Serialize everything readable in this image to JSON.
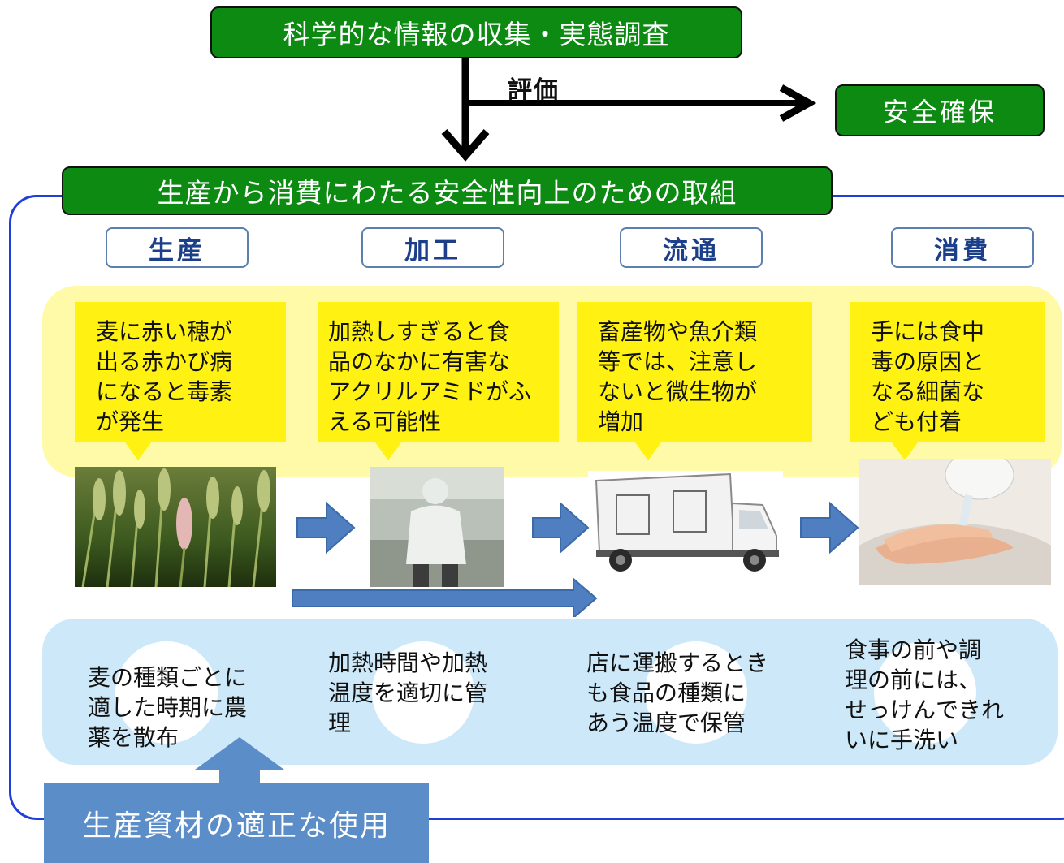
{
  "top": {
    "title": "科学的な情報の収集・実態調査",
    "eval_label": "評価",
    "safety_label": "安全確保"
  },
  "section": {
    "title": "生産から消費にわたる安全性向上のための取組"
  },
  "stages": [
    {
      "label": "生産",
      "note": [
        "麦に赤い穂が",
        "出る赤かび病",
        "になると毒素",
        "が発生"
      ],
      "measure": [
        "麦の種類ごとに",
        "適した時期に農",
        "薬を散布"
      ]
    },
    {
      "label": "加工",
      "note": [
        "加熱しすぎると食",
        "品のなかに有害な",
        "アクリルアミドがふ",
        "える可能性"
      ],
      "measure": [
        "加熱時間や加熱",
        "温度を適切に管",
        "理"
      ]
    },
    {
      "label": "流通",
      "note": [
        "畜産物や魚介類",
        "等では、注意し",
        "ないと微生物が",
        "増加"
      ],
      "measure": [
        "店に運搬するとき",
        "も食品の種類に",
        "あう温度で保管"
      ]
    },
    {
      "label": "消費",
      "note": [
        "手には食中",
        "毒の原因と",
        "なる細菌な",
        "ども付着"
      ],
      "measure": [
        "食事の前や調",
        "理の前には、",
        "せっけんできれ",
        "いに手洗い"
      ]
    }
  ],
  "bottom": {
    "label": "生産資材の適正な使用"
  },
  "colors": {
    "green": "#0c8a12",
    "frame_blue": "#1f3fd6",
    "note_yellow": "#fff212",
    "band_yellow": "#fffaa8",
    "band_blue": "#cde9f9",
    "arrow_blue": "#4f7fc0",
    "bottom_blue": "#5b8dc8"
  },
  "images": [
    "wheat-field-photo",
    "food-factory-worker-photo",
    "refrigerated-truck-photo",
    "hand-washing-photo"
  ]
}
